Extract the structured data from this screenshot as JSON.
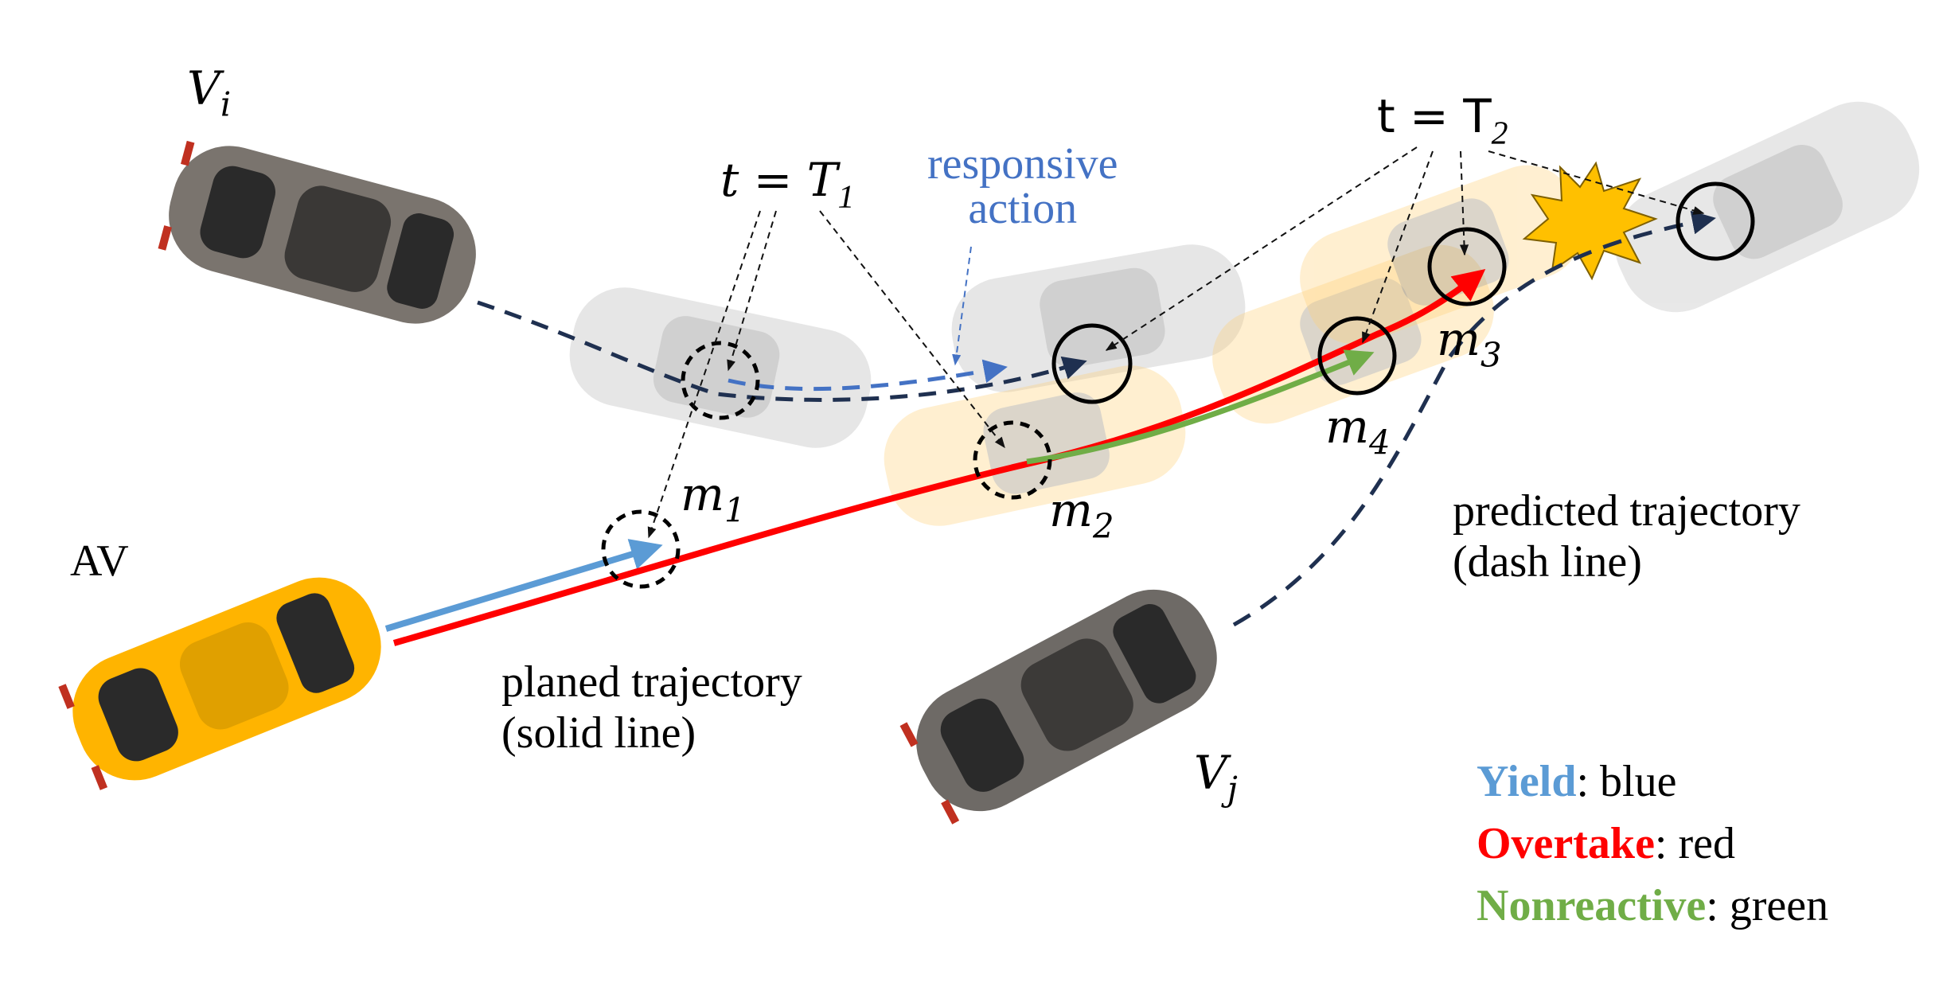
{
  "labels": {
    "vi": "V",
    "vi_sub": "i",
    "vj": "V",
    "vj_sub": "j",
    "av": "AV",
    "t1_left": "t = T",
    "t1_sub": "1",
    "t2_left": "t = T",
    "t2_sub": "2",
    "responsive_1": "responsive",
    "responsive_2": "action",
    "m1": "m",
    "m1_sub": "1",
    "m2": "m",
    "m2_sub": "2",
    "m3": "m",
    "m3_sub": "3",
    "m4": "m",
    "m4_sub": "4",
    "planned_1": "planed trajectory",
    "planned_2": "(solid line)",
    "predicted_1": "predicted trajectory",
    "predicted_2": "(dash line)"
  },
  "legend": [
    {
      "key": "Yield",
      "rest": ": blue",
      "color": "#5b9bd5"
    },
    {
      "key": "Overtake",
      "rest": ": red",
      "color": "#ff0000"
    },
    {
      "key": "Nonreactive",
      "rest": ": green",
      "color": "#70ad47"
    }
  ],
  "colors": {
    "yield": "#5b9bd5",
    "overtake": "#ff0000",
    "nonreactive": "#70ad47",
    "predicted": "#1f3050",
    "responsive_text": "#4472c4",
    "car_gray": "#6e6a66",
    "car_yellow": "#ffc000"
  }
}
